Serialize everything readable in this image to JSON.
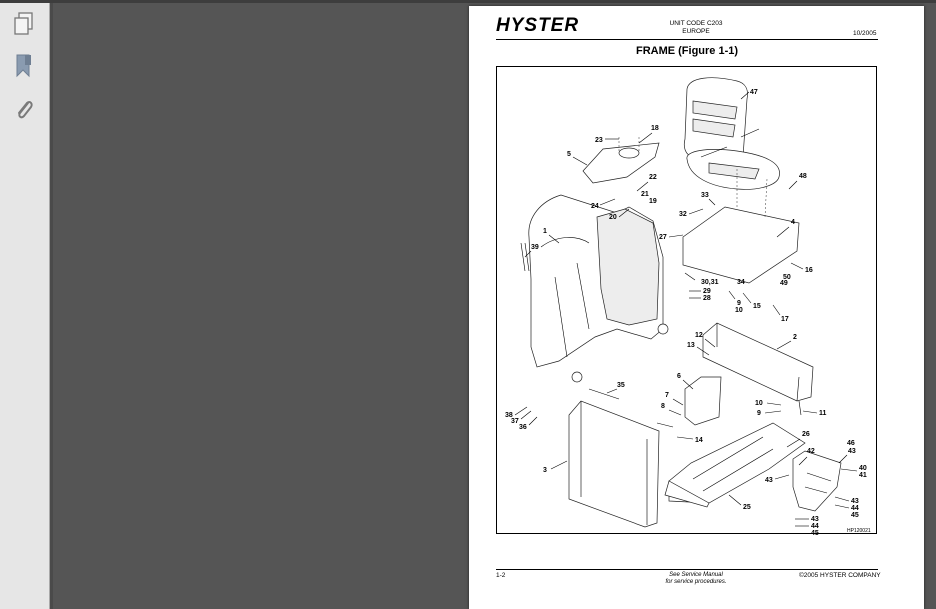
{
  "sidebar": {
    "tools": [
      {
        "name": "pages-thumbnails-icon"
      },
      {
        "name": "bookmarks-icon"
      },
      {
        "name": "attachments-paperclip-icon"
      }
    ]
  },
  "document": {
    "brand": "HYSTER",
    "unit_code": "UNIT CODE C203",
    "region": "EUROPE",
    "date": "10/2005",
    "figure_title": "FRAME (Figure 1-1)",
    "drawing_id": "HP120021",
    "footer_page": "1-2",
    "footer_note_line1": "See Service Manual",
    "footer_note_line2": "for service procedures.",
    "footer_copyright": "©2005 HYSTER COMPANY"
  },
  "callouts": [
    {
      "id": "c47",
      "label": "47"
    },
    {
      "id": "c18",
      "label": "18"
    },
    {
      "id": "c23",
      "label": "23"
    },
    {
      "id": "c5",
      "label": "5"
    },
    {
      "id": "c22",
      "label": "22"
    },
    {
      "id": "c21",
      "label": "21"
    },
    {
      "id": "c19",
      "label": "19"
    },
    {
      "id": "c24",
      "label": "24"
    },
    {
      "id": "c20",
      "label": "20"
    },
    {
      "id": "c48",
      "label": "48"
    },
    {
      "id": "c33",
      "label": "33"
    },
    {
      "id": "c32",
      "label": "32"
    },
    {
      "id": "c4",
      "label": "4"
    },
    {
      "id": "c1",
      "label": "1"
    },
    {
      "id": "c27",
      "label": "27"
    },
    {
      "id": "c39",
      "label": "39"
    },
    {
      "id": "c16",
      "label": "16"
    },
    {
      "id": "c50",
      "label": "50"
    },
    {
      "id": "c49",
      "label": "49"
    },
    {
      "id": "c3031",
      "label": "30,31"
    },
    {
      "id": "c34",
      "label": "34"
    },
    {
      "id": "c29",
      "label": "29"
    },
    {
      "id": "c28",
      "label": "28"
    },
    {
      "id": "c9",
      "label": "9"
    },
    {
      "id": "c10a",
      "label": "10"
    },
    {
      "id": "c15",
      "label": "15"
    },
    {
      "id": "c17",
      "label": "17"
    },
    {
      "id": "c12",
      "label": "12"
    },
    {
      "id": "c2",
      "label": "2"
    },
    {
      "id": "c13",
      "label": "13"
    },
    {
      "id": "c6",
      "label": "6"
    },
    {
      "id": "c35",
      "label": "35"
    },
    {
      "id": "c7",
      "label": "7"
    },
    {
      "id": "c8",
      "label": "8"
    },
    {
      "id": "c10b",
      "label": "10"
    },
    {
      "id": "c9b",
      "label": "9"
    },
    {
      "id": "c11",
      "label": "11"
    },
    {
      "id": "c38",
      "label": "38"
    },
    {
      "id": "c37",
      "label": "37"
    },
    {
      "id": "c36",
      "label": "36"
    },
    {
      "id": "c14",
      "label": "14"
    },
    {
      "id": "c26",
      "label": "26"
    },
    {
      "id": "c46",
      "label": "46"
    },
    {
      "id": "c43a",
      "label": "43"
    },
    {
      "id": "c42",
      "label": "42"
    },
    {
      "id": "c3",
      "label": "3"
    },
    {
      "id": "c40",
      "label": "40"
    },
    {
      "id": "c41",
      "label": "41"
    },
    {
      "id": "c43b",
      "label": "43"
    },
    {
      "id": "c25",
      "label": "25"
    },
    {
      "id": "c43c",
      "label": "43"
    },
    {
      "id": "c44a",
      "label": "44"
    },
    {
      "id": "c45a",
      "label": "45"
    },
    {
      "id": "c43d",
      "label": "43"
    },
    {
      "id": "c44b",
      "label": "44"
    },
    {
      "id": "c45b",
      "label": "45"
    }
  ]
}
